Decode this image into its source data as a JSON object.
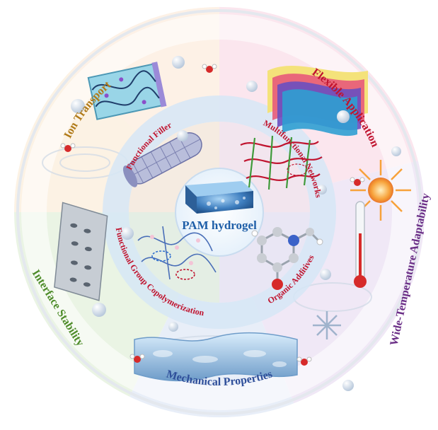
{
  "center": {
    "title": "PAM hydrogel"
  },
  "outer_ring": [
    {
      "label": "Ion Transport",
      "color": "#b07a18"
    },
    {
      "label": "Flexible Application",
      "color": "#c0142f"
    },
    {
      "label": "Wide-Temperature Adaptability",
      "color": "#6a2d86"
    },
    {
      "label": "Mechanical Properties",
      "color": "#2f4f9a"
    },
    {
      "label": "Interface Stability",
      "color": "#4e8c2a"
    }
  ],
  "inner_ring": [
    {
      "label": "Functional Filler",
      "color": "#c0142f"
    },
    {
      "label": "Multifunctional Networks",
      "color": "#c0142f"
    },
    {
      "label": "Organic Additives",
      "color": "#c0142f"
    },
    {
      "label": "Functional Group Copolymerization",
      "color": "#c0142f"
    }
  ],
  "icons": [
    "hydrogel-block-icon",
    "carbon-nanotube-icon",
    "polymer-network-icon",
    "organic-molecule-icon",
    "copolymer-chain-icon",
    "ion-channel-icon",
    "flexible-layers-icon",
    "sun-icon",
    "thermometer-icon",
    "snowflake-icon",
    "stretched-gel-icon",
    "porous-interface-icon",
    "water-molecule-icon"
  ]
}
